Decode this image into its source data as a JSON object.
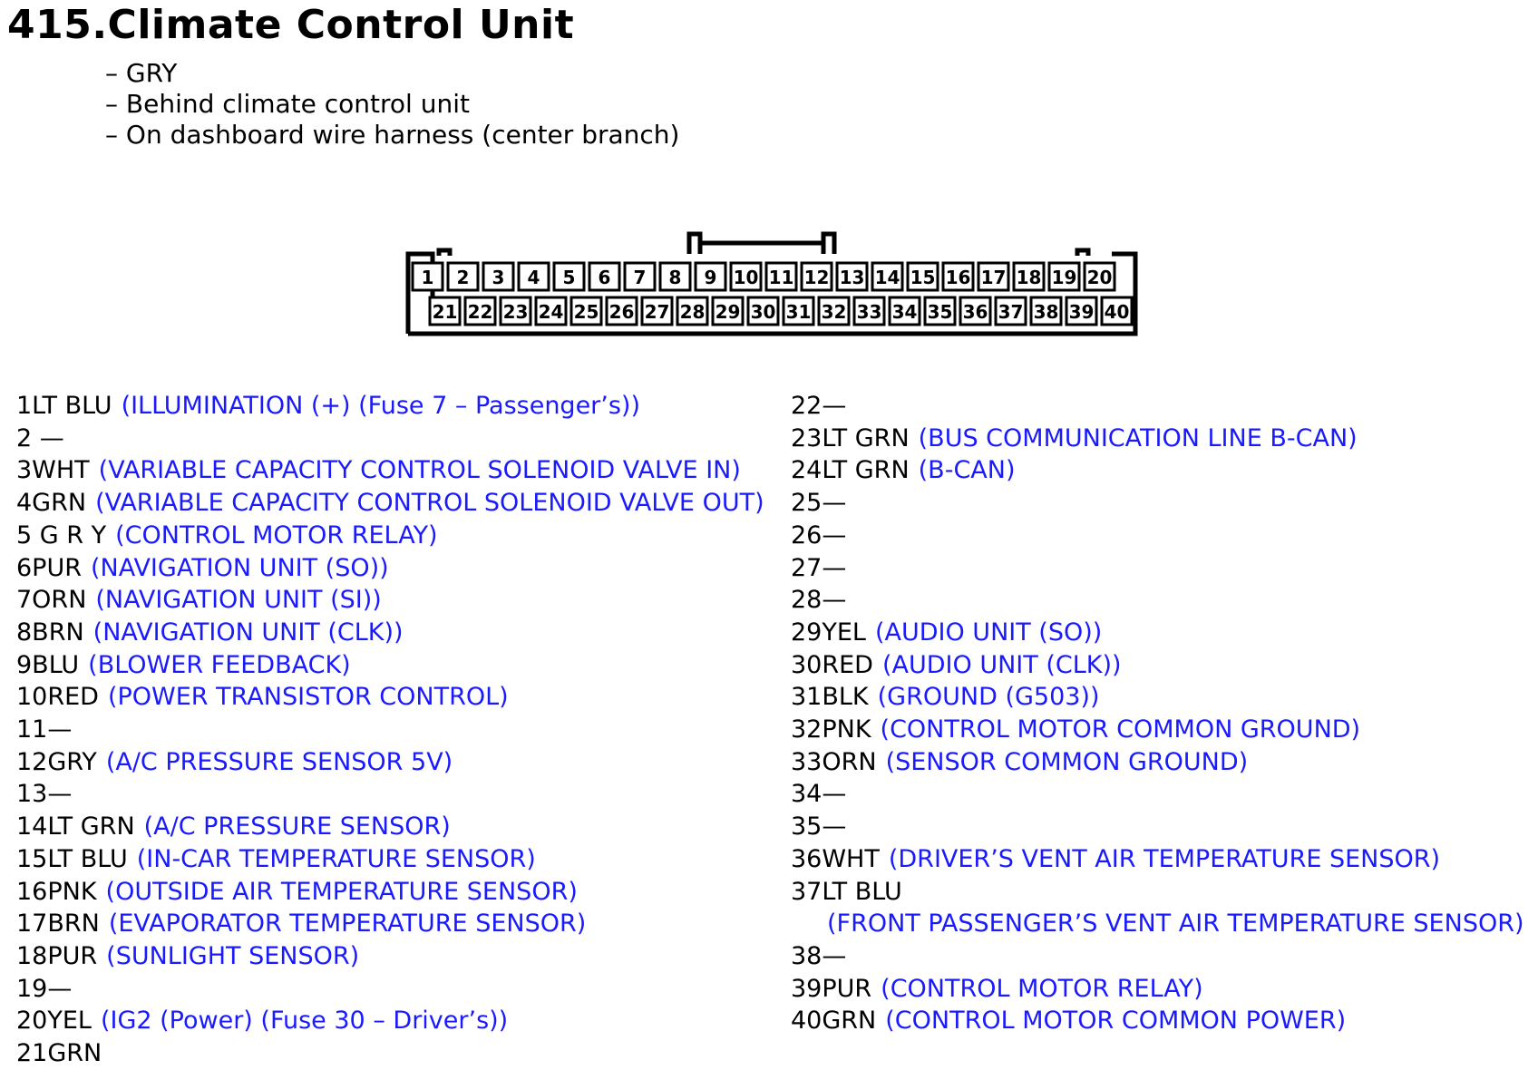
{
  "document": {
    "title": "415.Climate Control Unit",
    "meta": [
      "– GRY",
      "– Behind climate control unit",
      "– On dashboard wire harness (center branch)"
    ]
  },
  "connector": {
    "top_row": [
      "1",
      "2",
      "3",
      "4",
      "5",
      "6",
      "7",
      "8",
      "9",
      "10",
      "11",
      "12",
      "13",
      "14",
      "15",
      "16",
      "17",
      "18",
      "19",
      "20"
    ],
    "bottom_row": [
      "21",
      "22",
      "23",
      "24",
      "25",
      "26",
      "27",
      "28",
      "29",
      "30",
      "31",
      "32",
      "33",
      "34",
      "35",
      "36",
      "37",
      "38",
      "39",
      "40"
    ]
  },
  "pins_left": [
    {
      "id": "1",
      "color": "1LT BLU",
      "func": "(ILLUMINATION (+) (Fuse 7 – Passenger’s))"
    },
    {
      "id": "2",
      "color": "2 —",
      "func": ""
    },
    {
      "id": "3",
      "color": "3WHT",
      "func": "(VARIABLE CAPACITY CONTROL SOLENOID VALVE IN)"
    },
    {
      "id": "4",
      "color": "4GRN",
      "func": "(VARIABLE CAPACITY CONTROL SOLENOID VALVE OUT)"
    },
    {
      "id": "5",
      "color": "5 G R Y",
      "func": "(CONTROL MOTOR RELAY)"
    },
    {
      "id": "6",
      "color": "6PUR",
      "func": "(NAVIGATION UNIT (SO))"
    },
    {
      "id": "7",
      "color": "7ORN",
      "func": "(NAVIGATION UNIT (SI))"
    },
    {
      "id": "8",
      "color": "8BRN",
      "func": "(NAVIGATION UNIT (CLK))"
    },
    {
      "id": "9",
      "color": "9BLU",
      "func": "(BLOWER FEEDBACK)"
    },
    {
      "id": "10",
      "color": "10RED",
      "func": "(POWER TRANSISTOR CONTROL)"
    },
    {
      "id": "11",
      "color": "11—",
      "func": ""
    },
    {
      "id": "12",
      "color": "12GRY",
      "func": "(A/C PRESSURE SENSOR 5V)"
    },
    {
      "id": "13",
      "color": "13—",
      "func": ""
    },
    {
      "id": "14",
      "color": "14LT GRN",
      "func": "(A/C PRESSURE SENSOR)"
    },
    {
      "id": "15",
      "color": "15LT BLU",
      "func": "(IN-CAR TEMPERATURE SENSOR)"
    },
    {
      "id": "16",
      "color": "16PNK",
      "func": "(OUTSIDE AIR TEMPERATURE SENSOR)"
    },
    {
      "id": "17",
      "color": "17BRN",
      "func": "(EVAPORATOR TEMPERATURE SENSOR)"
    },
    {
      "id": "18",
      "color": "18PUR",
      "func": "(SUNLIGHT SENSOR)"
    },
    {
      "id": "19",
      "color": "19—",
      "func": ""
    },
    {
      "id": "20",
      "color": "20YEL",
      "func": "(IG2 (Power) (Fuse 30 – Driver’s))"
    },
    {
      "id": "21",
      "color": "21GRN",
      "func": ""
    }
  ],
  "pins_right": [
    {
      "id": "22",
      "color": "22—",
      "func": ""
    },
    {
      "id": "23",
      "color": "23LT GRN",
      "func": "(BUS COMMUNICATION LINE B-CAN)"
    },
    {
      "id": "24",
      "color": "24LT GRN",
      "func": "(B-CAN)"
    },
    {
      "id": "25",
      "color": "25—",
      "func": ""
    },
    {
      "id": "26",
      "color": "26—",
      "func": ""
    },
    {
      "id": "27",
      "color": "27—",
      "func": ""
    },
    {
      "id": "28",
      "color": "28—",
      "func": ""
    },
    {
      "id": "29",
      "color": "29YEL",
      "func": "(AUDIO UNIT (SO))"
    },
    {
      "id": "30",
      "color": "30RED",
      "func": "(AUDIO UNIT (CLK))"
    },
    {
      "id": "31",
      "color": "31BLK",
      "func": "(GROUND (G503))"
    },
    {
      "id": "32",
      "color": "32PNK",
      "func": "(CONTROL MOTOR COMMON GROUND)"
    },
    {
      "id": "33",
      "color": "33ORN",
      "func": "(SENSOR COMMON GROUND)"
    },
    {
      "id": "34",
      "color": "34—",
      "func": ""
    },
    {
      "id": "35",
      "color": "35—",
      "func": ""
    },
    {
      "id": "36",
      "color": "36WHT",
      "func": "(DRIVER’S VENT AIR TEMPERATURE SENSOR)"
    },
    {
      "id": "37",
      "color": "37LT BLU",
      "func": "(FRONT PASSENGER’S VENT AIR TEMPERATURE SENSOR)"
    },
    {
      "id": "38",
      "color": "38—",
      "func": ""
    },
    {
      "id": "39",
      "color": "39PUR",
      "func": "(CONTROL MOTOR RELAY)"
    },
    {
      "id": "40",
      "color": "40GRN",
      "func": "(CONTROL MOTOR COMMON POWER)"
    }
  ]
}
